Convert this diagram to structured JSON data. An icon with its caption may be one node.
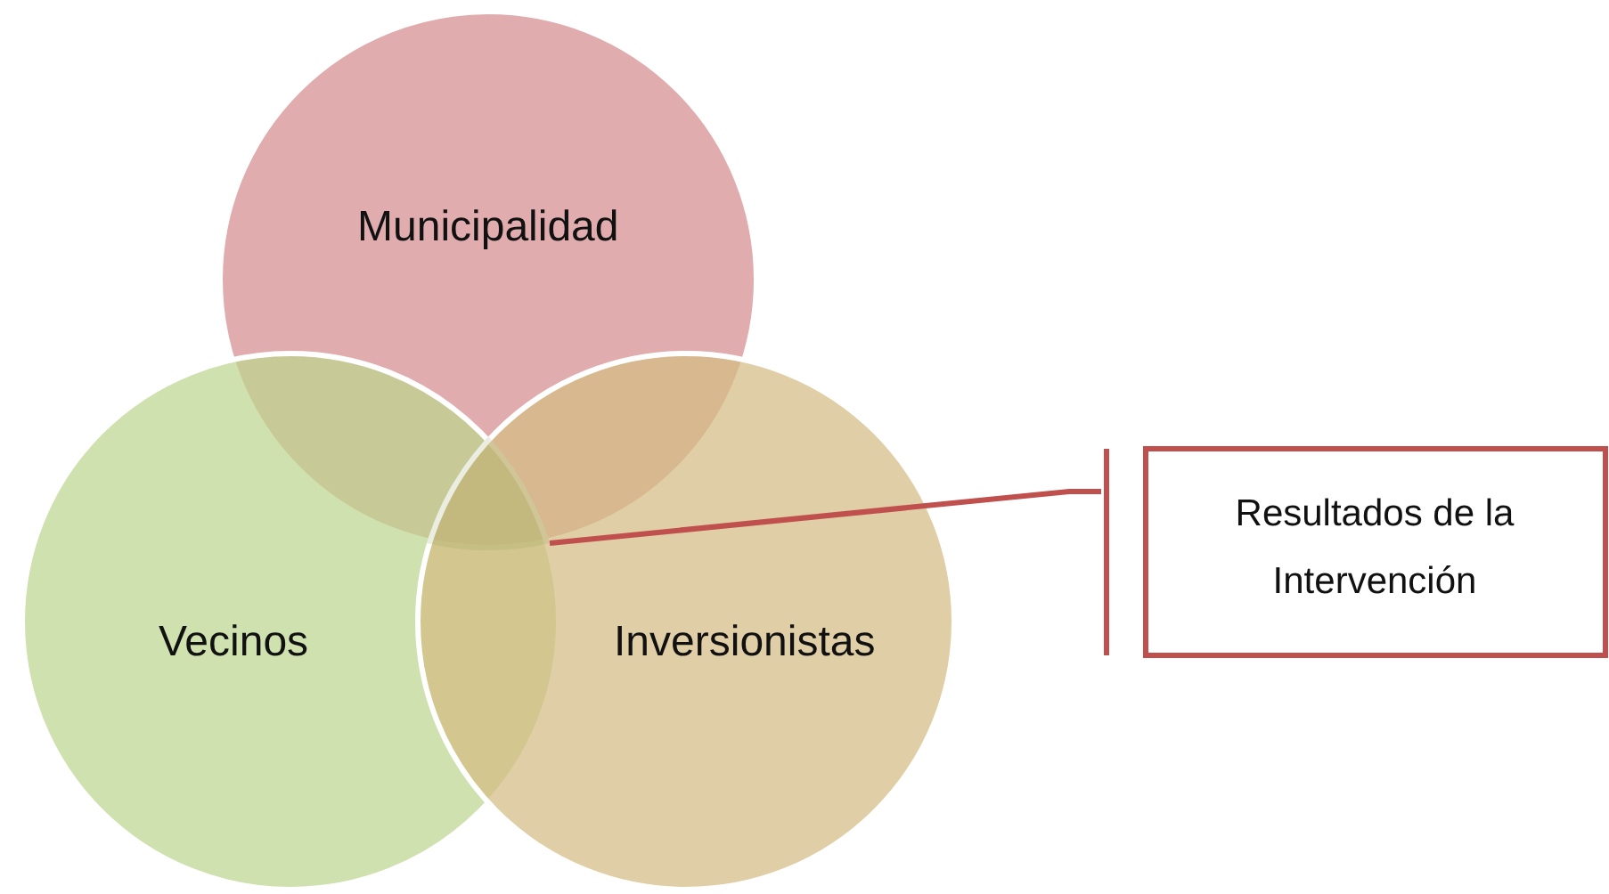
{
  "diagram": {
    "nodes": [
      {
        "text": [
          "Municipalidad"
        ]
      },
      {
        "text": [
          "Vecinos"
        ]
      },
      {
        "text": [
          "Inversionistas"
        ]
      },
      {
        "text": [
          "Resultados de la Intervención"
        ]
      },
      {
        "text": [],
        "shape": "region"
      }
    ],
    "edges": [
      {
        "from": 3,
        "to": 4,
        "arrow": "none"
      }
    ]
  }
}
